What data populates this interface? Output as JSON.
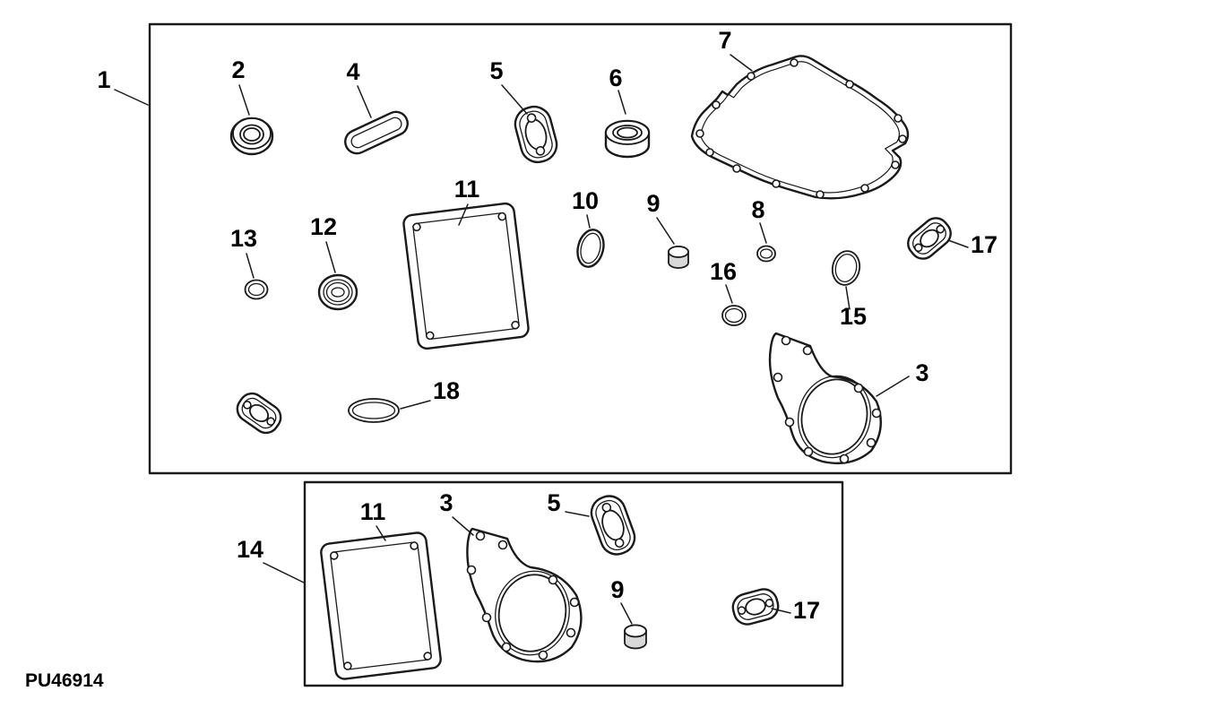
{
  "diagram": {
    "part_code": "PU46914",
    "main_callouts": [
      "1",
      "2",
      "4",
      "5",
      "6",
      "7",
      "8",
      "9",
      "10",
      "11",
      "12",
      "13",
      "15",
      "16",
      "17",
      "18",
      "3"
    ],
    "sub_callouts": [
      "14",
      "11",
      "3",
      "5",
      "9",
      "17"
    ]
  }
}
